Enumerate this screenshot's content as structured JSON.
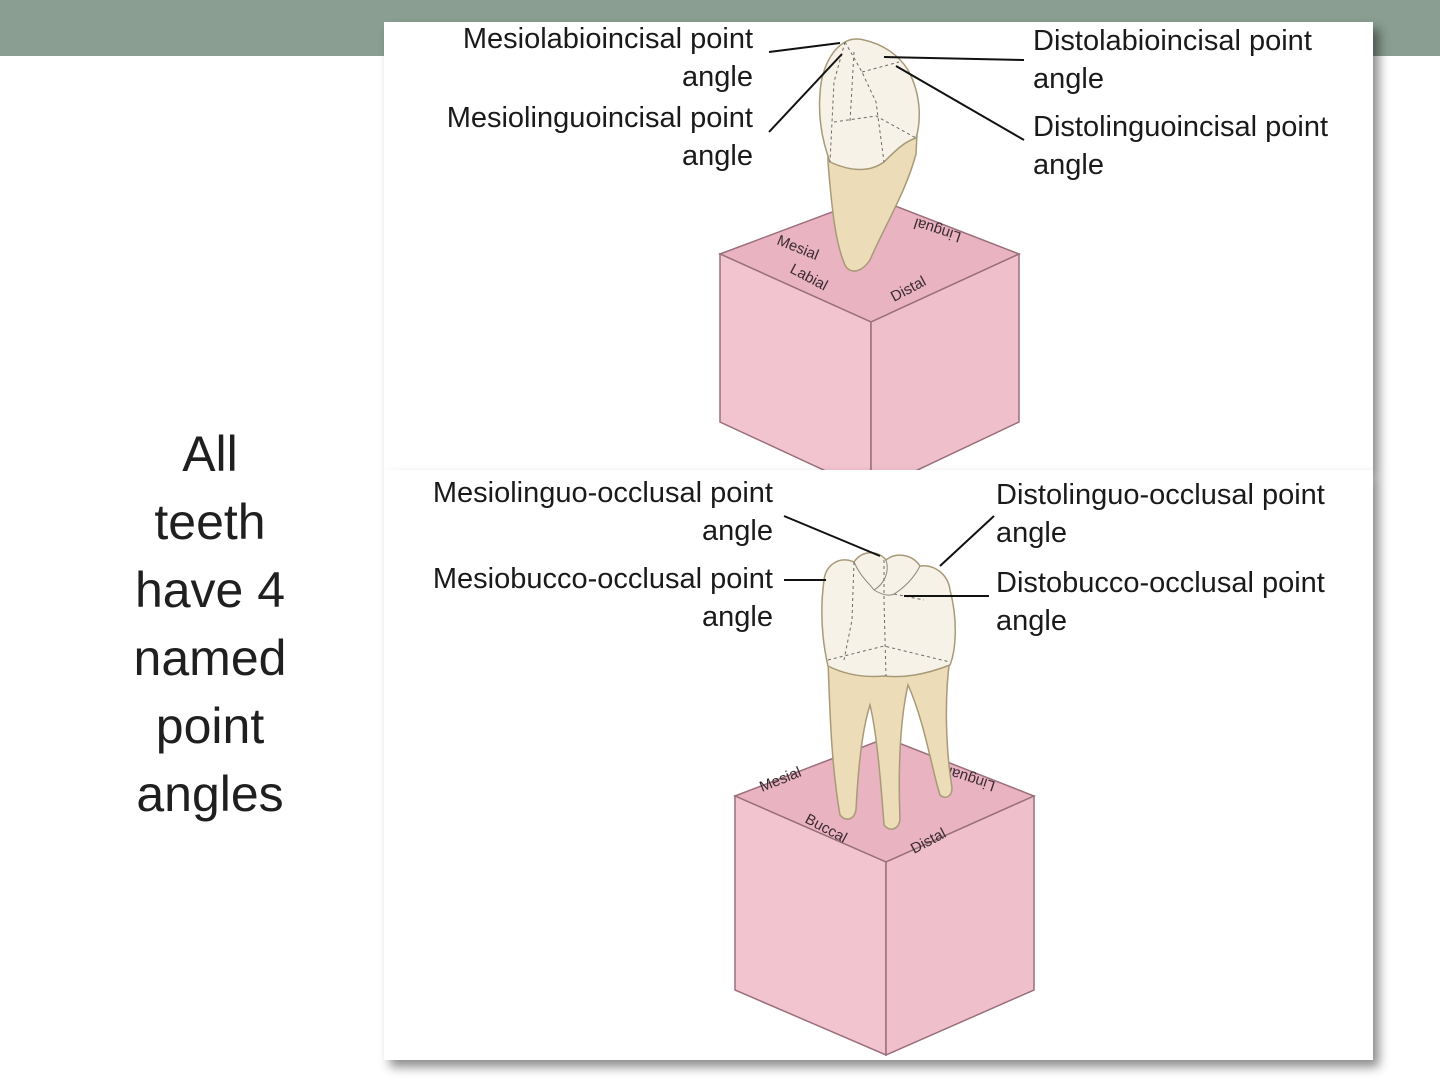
{
  "slide": {
    "side_text": [
      "All",
      "teeth",
      "have 4",
      "named",
      "point",
      "angles"
    ]
  },
  "diagram_top": {
    "labels": {
      "mesiolabioincisal": [
        "Mesiolabioincisal point",
        "angle"
      ],
      "mesiolinguoincisal": [
        "Mesiolinguoincisal point",
        "angle"
      ],
      "distolabioincisal": [
        "Distolabioincisal point",
        "angle"
      ],
      "distolinguoincisal": [
        "Distolinguoincisal point",
        "angle"
      ]
    },
    "cube_faces": {
      "mesial": "Mesial",
      "lingual": "Lingual",
      "labial": "Labial",
      "distal": "Distal"
    }
  },
  "diagram_bottom": {
    "labels": {
      "mesiolinguo_occlusal": [
        "Mesiolinguo-occlusal point",
        "angle"
      ],
      "mesiobucco_occlusal": [
        "Mesiobucco-occlusal point",
        "angle"
      ],
      "distolinguo_occlusal": [
        "Distolinguo-occlusal point",
        "angle"
      ],
      "distobucco_occlusal": [
        "Distobucco-occlusal point",
        "angle"
      ]
    },
    "cube_faces": {
      "mesial": "Mesial",
      "lingual": "Lingual",
      "buccal": "Buccal",
      "distal": "Distal"
    }
  },
  "colors": {
    "band": "#8a9e92",
    "cube_top": "#e9b3c2",
    "cube_side": "#f1c4cf",
    "root": "#ecdcb7",
    "enamel": "#f6f2e8"
  }
}
